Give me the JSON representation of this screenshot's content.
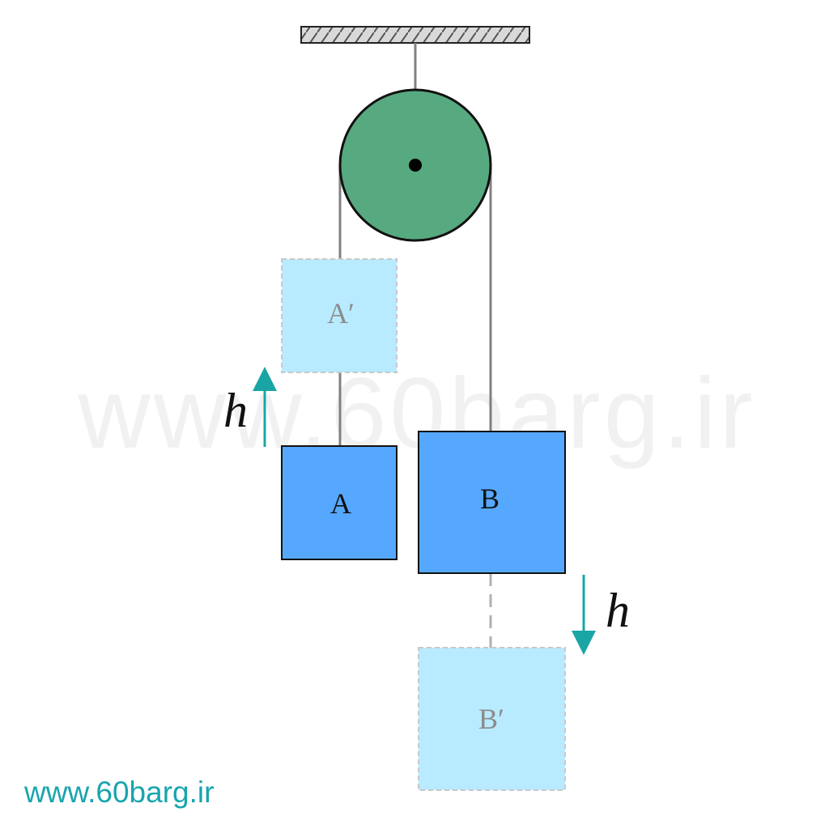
{
  "diagram": {
    "labels": {
      "block_a": "A",
      "block_b": "B",
      "block_a_prime": "A′",
      "block_b_prime": "B′",
      "displacement_up": "h",
      "displacement_down": "h"
    },
    "colors": {
      "pulley_fill": "#57aa80",
      "block_fill": "#56a8ff",
      "ghost_fill": "#b8ebff",
      "ghost_text": "#8c8c8c",
      "rope": "#808080",
      "arrow": "#1aa5a5",
      "ceiling_hatch": "#555555"
    }
  },
  "watermark": {
    "text": "www.60barg.ir"
  },
  "footer": {
    "site": "www.60barg.ir"
  }
}
